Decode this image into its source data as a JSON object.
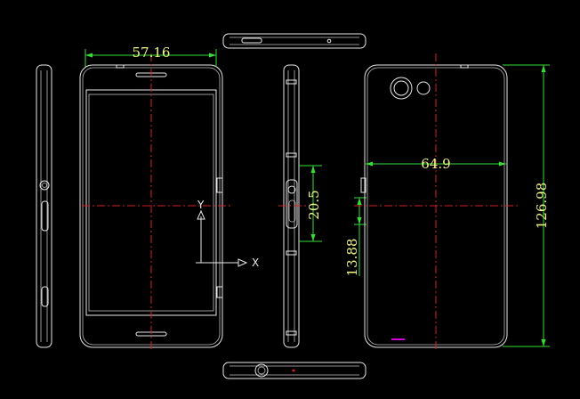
{
  "dimensions": {
    "front_width": "57.16",
    "back_width": "64.9",
    "height": "126.98",
    "side_key_length": "20.5",
    "side_key_offset": "13.88"
  },
  "axes": {
    "y_label": "Y",
    "x_label": "X"
  },
  "colors": {
    "background": "#000000",
    "outline": "#e8e8e8",
    "dimension_line": "#33e033",
    "dimension_text": "#f4f48a",
    "center_line": "#d31f2a",
    "accent_magenta": "#d000d0"
  }
}
